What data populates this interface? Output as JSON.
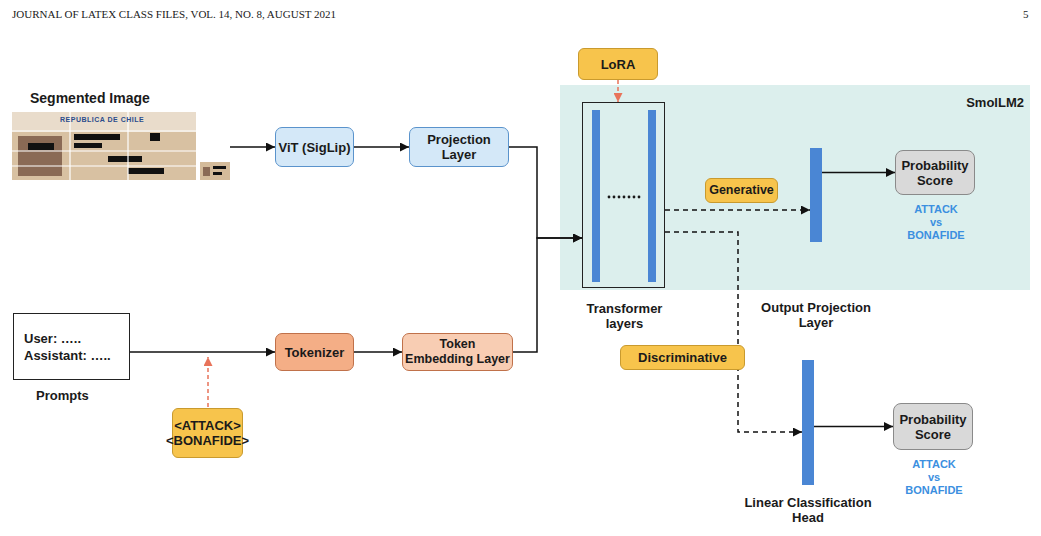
{
  "diagram": {
    "nodes": [
      {
        "text": [
          "Segmented Image"
        ]
      },
      {
        "text": [
          "ViT (SigLip)"
        ]
      },
      {
        "text": [
          "Projection Layer"
        ]
      },
      {
        "text": [
          "User: …..",
          "Assistant: …..",
          "Prompts"
        ]
      },
      {
        "text": [
          "Tokenizer"
        ]
      },
      {
        "text": [
          "Token Embedding Layer"
        ]
      },
      {
        "text": [
          "<ATTACK> <BONAFIDE>"
        ]
      },
      {
        "text": [
          "LoRA"
        ]
      },
      {
        "text": [
          "SmolLM2"
        ]
      },
      {
        "text": [
          "Transformer layers"
        ],
        "in": 8
      },
      {
        "text": [
          "Generative"
        ],
        "in": 8
      },
      {
        "text": [
          "Output Projection Layer"
        ],
        "in": 8
      },
      {
        "text": [
          "Probability Score",
          "ATTACK vs BONAFIDE"
        ],
        "in": 8
      },
      {
        "text": [
          "Discriminative"
        ]
      },
      {
        "text": [
          "Linear Classification Head"
        ]
      },
      {
        "text": [
          "Probability Score",
          "ATTACK vs BONAFIDE"
        ]
      }
    ],
    "edges": [
      {
        "from": 0,
        "to": 1,
        "arrow": "to"
      },
      {
        "from": 1,
        "to": 2,
        "arrow": "to"
      },
      {
        "from": 3,
        "to": 4,
        "arrow": "to"
      },
      {
        "from": 4,
        "to": 5,
        "arrow": "to"
      },
      {
        "from": 2,
        "to": 9,
        "arrow": "to"
      },
      {
        "from": 5,
        "to": 9,
        "arrow": "to"
      },
      {
        "from": 7,
        "to": 9,
        "arrow": "to"
      },
      {
        "from": 9,
        "to": 11,
        "arrow": "to"
      },
      {
        "from": 11,
        "to": 12,
        "arrow": "to"
      },
      {
        "from": 9,
        "to": 14,
        "arrow": "to"
      },
      {
        "from": 14,
        "to": 15,
        "arrow": "to"
      }
    ],
    "labels": [
      "JOURNAL OF LATEX CLASS FILES, VOL. 14, NO. 8, AUGUST 2021",
      "5",
      "REPUBLICA DE CHILE"
    ]
  }
}
